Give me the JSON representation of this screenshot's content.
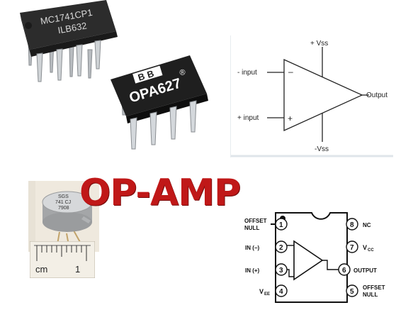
{
  "chips": {
    "dip_a_marking_1": "MC1741CP1",
    "dip_a_marking_2": "ILB632",
    "dip_b_logo": "BB",
    "dip_b_part": "OPA627",
    "dip_b_reg": "®",
    "can_marking_1": "SGS",
    "can_marking_2": "741 CJ",
    "can_marking_3": "7908"
  },
  "ruler": {
    "unit": "cm",
    "mark": "1"
  },
  "title": "OP-AMP",
  "symbol": {
    "vplus": "+ Vss",
    "vminus": "-Vss",
    "inv_input": "- input",
    "noninv_input": "+ input",
    "output": "Output",
    "minus_sign": "–",
    "plus_sign": "+"
  },
  "pinout": {
    "pins": [
      {
        "num": "1",
        "label1": "OFFSET",
        "label2": "NULL"
      },
      {
        "num": "2",
        "label1": "IN (−)",
        "label2": ""
      },
      {
        "num": "3",
        "label1": "IN (+)",
        "label2": ""
      },
      {
        "num": "4",
        "label1": "V",
        "label2": "EE"
      },
      {
        "num": "5",
        "label1": "OFFSET",
        "label2": "NULL"
      },
      {
        "num": "6",
        "label1": "OUTPUT",
        "label2": ""
      },
      {
        "num": "7",
        "label1": "V",
        "label2": "CC"
      },
      {
        "num": "8",
        "label1": "NC",
        "label2": ""
      }
    ]
  },
  "colors": {
    "title": "#c01818",
    "chip_body": "#2a2a2a",
    "pin_metal": "#c8ccd0",
    "frame": "#111111"
  }
}
